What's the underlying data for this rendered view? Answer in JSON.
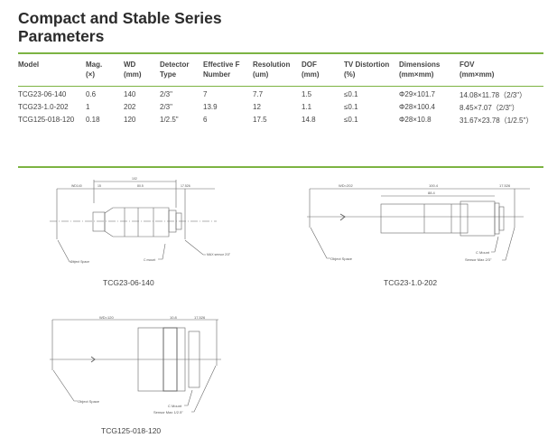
{
  "title": {
    "line1": "Compact and Stable Series",
    "line2": "Parameters"
  },
  "accent_color": "#7cb342",
  "table": {
    "headers": [
      [
        "Model",
        ""
      ],
      [
        "Mag.",
        "(×)"
      ],
      [
        "WD",
        "(mm)"
      ],
      [
        "Detector",
        "Type"
      ],
      [
        "Effective F",
        "Number"
      ],
      [
        "Resolution",
        "(um)"
      ],
      [
        "DOF",
        "(mm)"
      ],
      [
        "TV Distortion",
        "(%)"
      ],
      [
        "Dimensions",
        "(mm×mm)"
      ],
      [
        "FOV",
        "(mm×mm)"
      ]
    ],
    "rows": [
      [
        "TCG23-06-140",
        "0.6",
        "140",
        "2/3\"",
        "7",
        "7.7",
        "1.5",
        "≤0.1",
        "Φ29×101.7",
        "14.08×11.78（2/3\"）"
      ],
      [
        "TCG23-1.0-202",
        "1",
        "202",
        "2/3\"",
        "13.9",
        "12",
        "1.1",
        "≤0.1",
        "Φ28×100.4",
        "8.45×7.07（2/3\"）"
      ],
      [
        "TCG125-018-120",
        "0.18",
        "120",
        "1/2.5\"",
        "6",
        "17.5",
        "14.8",
        "≤0.1",
        "Φ28×10.8",
        "31.67×23.78（1/2.5\"）"
      ]
    ]
  },
  "drawings": [
    {
      "caption": "TCG23-06-140",
      "wd": "WD140",
      "total": "102",
      "seg1": "15",
      "seg2": "80.5",
      "flange": "17.526",
      "object": "Object Space",
      "mount": "C mount",
      "sensor": "MAX sensor 2/3\""
    },
    {
      "caption": "TCG23-1.0-202",
      "wd": "WD=202",
      "total": "100.4",
      "seg": "88.4",
      "flange": "17.526",
      "object": "Object Space",
      "mount": "C Mount",
      "sensor": "Sensor Max 2/3\""
    },
    {
      "caption": "TCG125-018-120",
      "wd": "WD=120",
      "seg": "10.8",
      "flange": "17.526",
      "object": "Object Space",
      "mount": "C Mount",
      "sensor": "Sensor Max 1/2.5\""
    }
  ]
}
